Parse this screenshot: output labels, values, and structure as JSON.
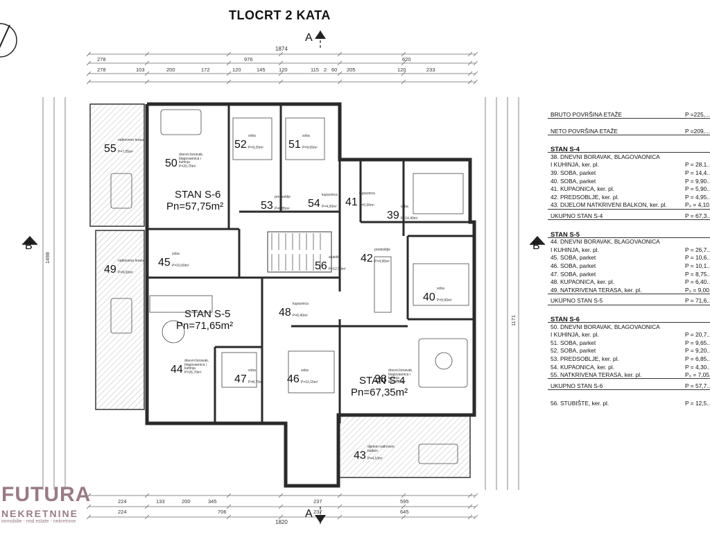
{
  "title": "TLOCRT 2 KATA",
  "section_marks": {
    "a_top": "A",
    "a_bottom": "A",
    "b_left": "B",
    "b_right": "B"
  },
  "dimensions": {
    "top_total": "1874",
    "top_row1": [
      "278",
      "976",
      "620"
    ],
    "top_row2": [
      "278",
      "103",
      "200",
      "172",
      "120",
      "145",
      "120",
      "115",
      "2",
      "60",
      "205",
      "120",
      "233"
    ],
    "bottom_total": "1820",
    "bottom_row1": [
      "224",
      "133",
      "200",
      "345",
      "237",
      "595"
    ],
    "bottom_row2": [
      "224",
      "706",
      "237",
      "645"
    ],
    "left_total": "1498",
    "right_total": "1171"
  },
  "rooms": [
    {
      "num": "55",
      "name": "natkrivena terasa",
      "area": "P=7,05m²"
    },
    {
      "num": "50",
      "name": "dnevni boravak, blagovaonica i kuhinja",
      "area": "P=20,70m²"
    },
    {
      "num": "52",
      "name": "soba",
      "area": "P=9,20m²"
    },
    {
      "num": "51",
      "name": "soba",
      "area": "P=9,65m²"
    },
    {
      "num": "53",
      "name": "predsoblje",
      "area": "P=6,85m²"
    },
    {
      "num": "54",
      "name": "kupaonica",
      "area": "P=4,30m²"
    },
    {
      "num": "41",
      "name": "kupaonica",
      "area": "P=5,90m²"
    },
    {
      "num": "39",
      "name": "soba",
      "area": "P=14,40m²"
    },
    {
      "num": "49",
      "name": "natkrivena terasa",
      "area": "P=9,00m²"
    },
    {
      "num": "45",
      "name": "soba",
      "area": "P=10,60m²"
    },
    {
      "num": "56",
      "name": "stubište",
      "area": "P=12,50m²"
    },
    {
      "num": "42",
      "name": "predsoblje",
      "area": "P=4,95m²"
    },
    {
      "num": "48",
      "name": "kupaonica",
      "area": "P=6,40m²"
    },
    {
      "num": "40",
      "name": "soba",
      "area": "P=9,90m²"
    },
    {
      "num": "44",
      "name": "dnevni boravak, blagovaonica i kuhinja",
      "area": "P=26,70m²"
    },
    {
      "num": "47",
      "name": "soba",
      "area": "P=8,75m²"
    },
    {
      "num": "46",
      "name": "soba",
      "area": "P=10,15m²"
    },
    {
      "num": "38",
      "name": "dnevni boravak, blagovaonica i kuhinja",
      "area": "P=28,15m²"
    },
    {
      "num": "43",
      "name": "dijelom natkriveni balkon",
      "area": "P=4,10m²"
    }
  ],
  "units": [
    {
      "label": "STAN S-6",
      "area": "Pn=57,75m²"
    },
    {
      "label": "STAN S-5",
      "area": "Pn=71,65m²"
    },
    {
      "label": "STAN S-4",
      "area": "Pn=67,35m²"
    }
  ],
  "summary": {
    "bruto": {
      "label": "BRUTO POVRŠINA ETAŽE",
      "value": "P =225,..."
    },
    "neto": {
      "label": "NETO POVRŠINA ETAŽE",
      "value": "P =209,..."
    },
    "s4": {
      "heading": "STAN S-4",
      "rows": [
        {
          "label": "38. DNEVNI BORAVAK, BLAGOVAONICA",
          "value": ""
        },
        {
          "label": "I KUHINJA, ker. pl.",
          "value": "P = 28,1..."
        },
        {
          "label": "39. SOBA, parket",
          "value": "P = 14,4..."
        },
        {
          "label": "40. SOBA, parket",
          "value": "P = 9,90..."
        },
        {
          "label": "41. KUPAONICA, ker. pl.",
          "value": "P = 5,90..."
        },
        {
          "label": "42. PREDSOBLJE, ker. pl.",
          "value": "P = 4,95..."
        },
        {
          "label": "43. DIJELOM NATKRIVENI BALKON, ker. pl.",
          "value": "P₀ = 4,10..."
        }
      ],
      "total": {
        "label": "UKUPNO STAN S-4",
        "value": "P = 67,3..."
      }
    },
    "s5": {
      "heading": "STAN S-5",
      "rows": [
        {
          "label": "44. DNEVNI BORAVAK, BLAGOVAONICA",
          "value": ""
        },
        {
          "label": "I KUHINJA, ker. pl.",
          "value": "P = 26,7..."
        },
        {
          "label": "45. SOBA, parket",
          "value": "P = 10,6..."
        },
        {
          "label": "46. SOBA, parket",
          "value": "P = 10,1..."
        },
        {
          "label": "47. SOBA, parket",
          "value": "P = 8,75..."
        },
        {
          "label": "48. KUPAONICA, ker. pl.",
          "value": "P = 6,40..."
        },
        {
          "label": "49. NATKRIVENA TERASA, ker. pl.",
          "value": "P₀ = 9,00..."
        }
      ],
      "total": {
        "label": "UKUPNO STAN S-5",
        "value": "P = 71,6..."
      }
    },
    "s6": {
      "heading": "STAN S-6",
      "rows": [
        {
          "label": "50. DNEVNI BORAVAK, BLAGOVAONICA",
          "value": ""
        },
        {
          "label": "I KUHINJA, ker. pl.",
          "value": "P = 20,7..."
        },
        {
          "label": "51. SOBA, parket",
          "value": "P = 9,65..."
        },
        {
          "label": "52. SOBA, parket",
          "value": "P = 9,20..."
        },
        {
          "label": "53. PREDSOBLJE, ker. pl.",
          "value": "P = 6,85..."
        },
        {
          "label": "54. KUPAONICA, ker. pl.",
          "value": "P = 4,30..."
        },
        {
          "label": "55. NATKRIVENA TERASA, ker. pl.",
          "value": "P₀ = 7,05..."
        }
      ],
      "total": {
        "label": "UKUPNO STAN S-6",
        "value": "P = 57,7..."
      }
    },
    "stairs": {
      "label": "56. STUBIŠTE, ker. pl.",
      "value": "P = 12,5..."
    }
  },
  "logo": {
    "brand": "FUTURA",
    "sub": "NEKRETNINE",
    "tagline": "immobilie - real estate - nekretnine"
  },
  "colors": {
    "wall": "#2a2a2a",
    "line": "#555555",
    "brand": "#9a7a86"
  }
}
